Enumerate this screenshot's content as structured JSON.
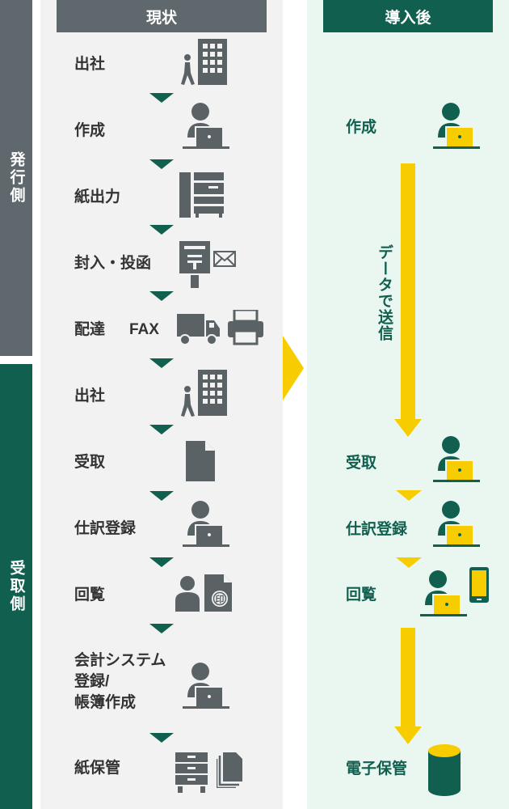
{
  "side_labels": {
    "issuer": "発行側",
    "receiver": "受取側"
  },
  "columns": {
    "current": "現状",
    "after": "導入後"
  },
  "current_steps": [
    {
      "label": "出社"
    },
    {
      "label": "作成"
    },
    {
      "label": "紙出力"
    },
    {
      "label": "封入・投函"
    },
    {
      "label": "配達",
      "sub": "FAX"
    },
    {
      "label": "出社"
    },
    {
      "label": "受取"
    },
    {
      "label": "仕訳登録"
    },
    {
      "label": "回覧"
    },
    {
      "label": "会計システム\n登録/\n帳簿作成"
    },
    {
      "label": "紙保管"
    }
  ],
  "after_steps": [
    {
      "label": "作成"
    },
    {
      "label": "受取"
    },
    {
      "label": "仕訳登録"
    },
    {
      "label": "回覧"
    },
    {
      "label": "電子保管"
    }
  ],
  "after_arrow_label": "データで送信",
  "icons": {
    "step1": [
      "walking-person-icon",
      "office-building-icon"
    ],
    "step2": [
      "person-laptop-icon"
    ],
    "step3": [
      "copier-printer-icon"
    ],
    "step4": [
      "mailbox-icon",
      "envelope-icon"
    ],
    "step5": [
      "delivery-truck-icon",
      "fax-machine-icon"
    ],
    "step6": [
      "walking-person-icon",
      "office-building-icon"
    ],
    "step7": [
      "document-icon"
    ],
    "step8": [
      "person-laptop-icon"
    ],
    "step9": [
      "person-icon",
      "seal-document-icon"
    ],
    "step10": [
      "person-laptop-icon"
    ],
    "step11": [
      "filing-cabinet-icon",
      "paper-stack-icon"
    ],
    "after": [
      "person-laptop-icon",
      "smartphone-icon",
      "database-icon"
    ]
  },
  "colors": {
    "gray_dark": "#5f686c",
    "gray_icon": "#5b6266",
    "green_dark": "#11604f",
    "yellow": "#f7cc00",
    "current_bg": "#f2f2f2",
    "after_bg": "#eaf7f1"
  }
}
